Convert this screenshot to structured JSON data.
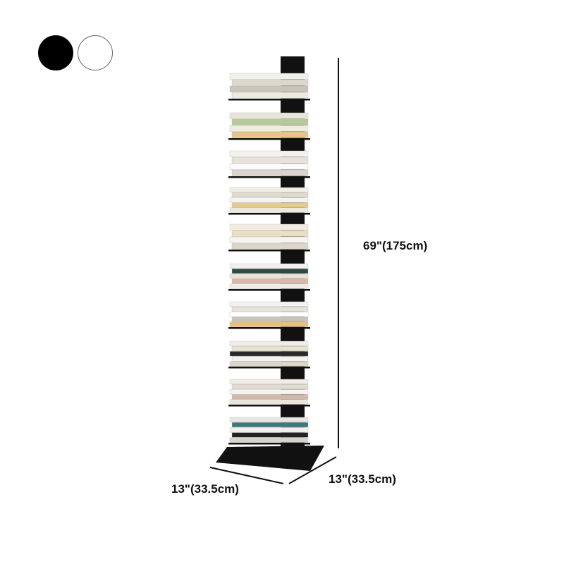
{
  "color_options": [
    {
      "name": "Black",
      "color": "#000000",
      "selected": true
    },
    {
      "name": "White",
      "color": "#ffffff",
      "selected": false
    }
  ],
  "dimensions": {
    "height": "69\"(175cm)",
    "depth": "13\"(33.5cm)",
    "width": "13\"(33.5cm)"
  },
  "product": {
    "frame_color": "#111111",
    "tiers": 10
  }
}
